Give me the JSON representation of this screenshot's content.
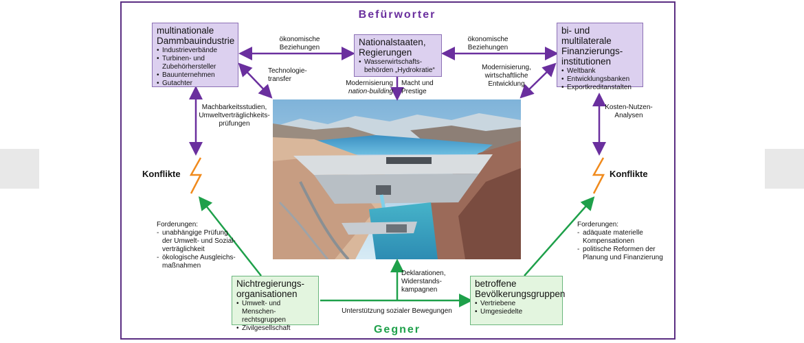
{
  "headings": {
    "top": "Befürworter",
    "bottom": "Gegner"
  },
  "boxes": {
    "industry": {
      "title": "multinationale Dammbauindustrie",
      "items": [
        "Industrieverbände",
        "Turbinen- und Zubehörhersteller",
        "Bauunternehmen",
        "Gutachter"
      ]
    },
    "states": {
      "title": "Nationalstaaten, Regierungen",
      "items": [
        "Wasserwirtschafts-behörden „Hydrokratie“"
      ]
    },
    "finance": {
      "title": "bi- und multilaterale Finanzierungs-institutionen",
      "items": [
        "Weltbank",
        "Entwicklungsbanken",
        "Exportkreditanstalten"
      ]
    },
    "ngo": {
      "title": "Nichtregierungs-organisationen",
      "items": [
        "Umwelt- und Menschen-rechtsgruppen",
        "Zivilgesellschaft"
      ]
    },
    "affected": {
      "title": "betroffene Bevölkerungsgruppen",
      "items": [
        "Vertriebene",
        "Umgesiedelte"
      ]
    }
  },
  "labels": {
    "econ_left": "ökonomische Beziehungen",
    "econ_right": "ökonomische Beziehungen",
    "tech": "Technologie-transfer",
    "modern_a": "Modernisierung",
    "modern_b": "nation-building",
    "power": "Macht und Prestige",
    "modern_right": "Modernisierung, wirtschaftliche Entwicklung",
    "feasibility": "Machbarkeitsstudien, Umweltverträglichkeits-prüfungen",
    "cost": "Kosten-Nutzen-Analysen",
    "declarations": "Deklarationen, Widerstands-kampagnen",
    "support": "Unterstützung sozialer Bewegungen"
  },
  "conflicts": {
    "left": "Konflikte",
    "right": "Konflikte"
  },
  "demands_left": {
    "title": "Forderungen:",
    "items": [
      "unabhängige Prüfung der Umwelt- und Sozial-verträglichkeit",
      "ökologische Ausgleichs-maßnahmen"
    ]
  },
  "demands_right": {
    "title": "Forderungen:",
    "items": [
      "adäquate materielle Kompensationen",
      "politische Reformen der Planung und Finanzierung"
    ]
  },
  "colors": {
    "pro": "#6a2f9e",
    "con": "#1ea04a",
    "conflict": "#f08a1c",
    "frame": "#5a2d82"
  }
}
